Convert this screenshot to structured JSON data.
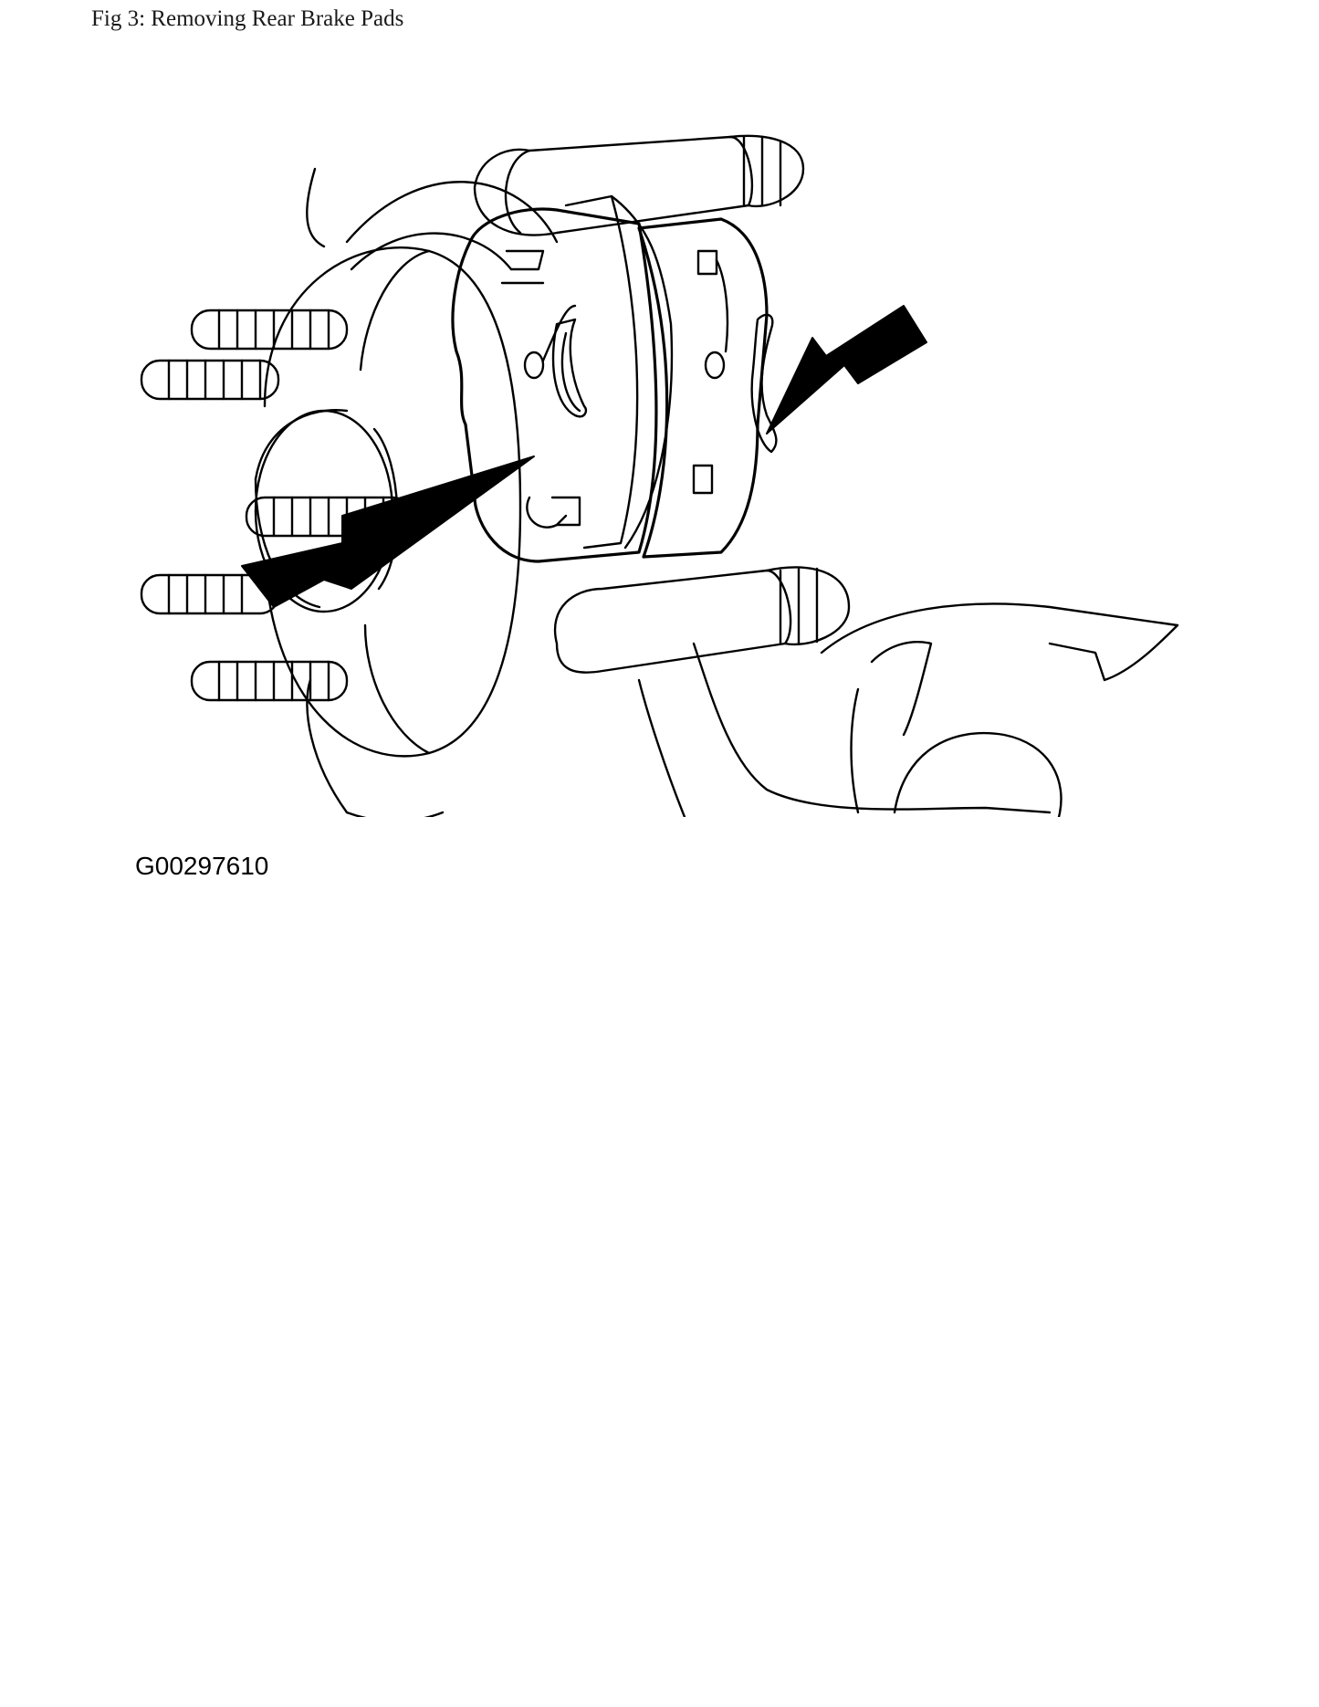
{
  "figure": {
    "caption": "Fig 3: Removing Rear Brake Pads",
    "graphic_id": "G00297610"
  },
  "illustration": {
    "subject": "rear-brake-assembly",
    "line_color": "#000000",
    "background_color": "#ffffff",
    "arrow_count": 2
  }
}
